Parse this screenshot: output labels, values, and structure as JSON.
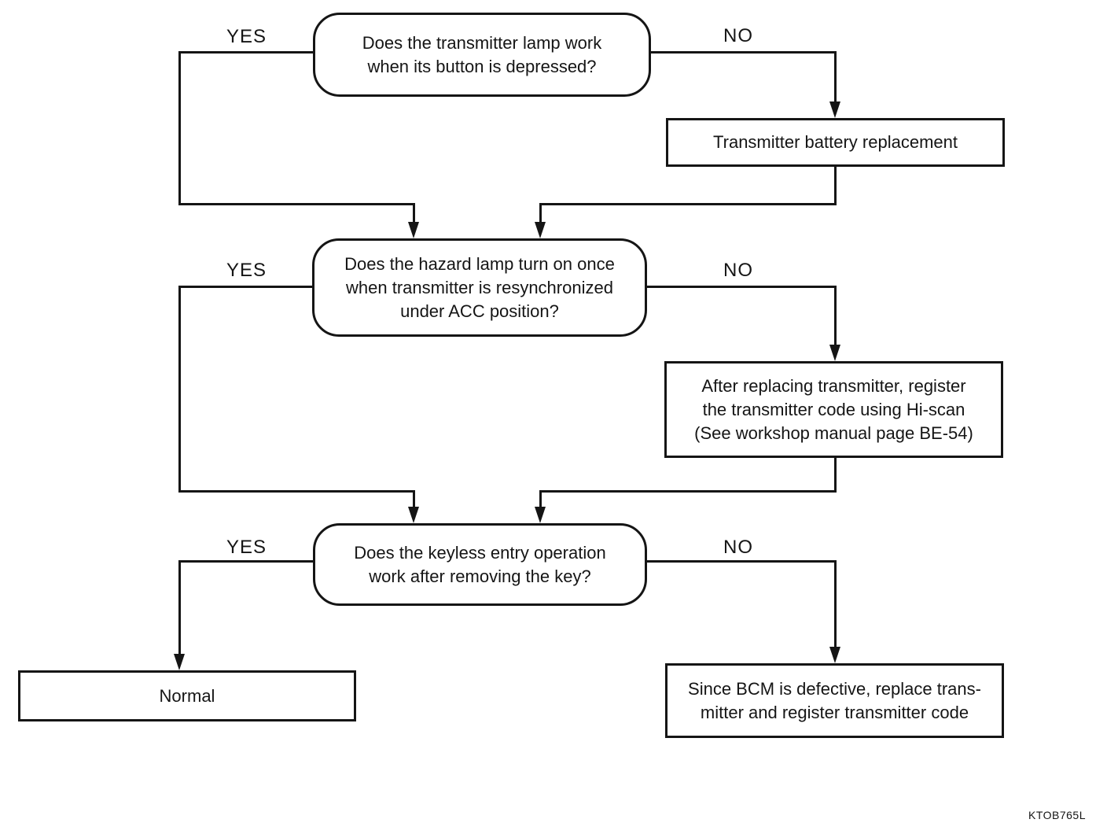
{
  "flowchart": {
    "branch_labels": {
      "yes": "YES",
      "no": "NO"
    },
    "decisions": [
      {
        "label": "Does the transmitter lamp work\nwhen its button is depressed?"
      },
      {
        "label": "Does the hazard lamp turn on once\nwhen transmitter is resynchronized\nunder ACC position?"
      },
      {
        "label": "Does the keyless entry operation\nwork after removing the key?"
      }
    ],
    "actions": [
      {
        "label": "Transmitter battery replacement"
      },
      {
        "label": "After replacing transmitter, register\nthe transmitter code using Hi-scan\n(See workshop manual page BE-54)"
      },
      {
        "label": "Normal"
      },
      {
        "label": "Since BCM is defective, replace trans-\nmitter and register transmitter code"
      }
    ],
    "figure_code": "KTOB765L",
    "colors": {
      "line": "#151515",
      "background": "#ffffff"
    }
  }
}
